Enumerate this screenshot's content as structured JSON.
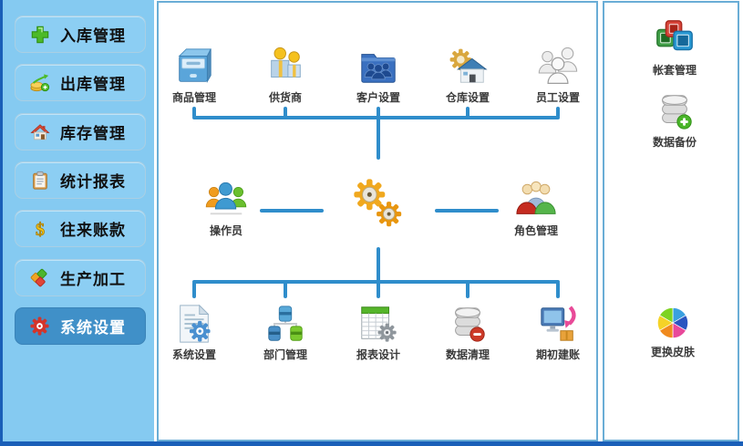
{
  "sidebar": {
    "items": [
      {
        "label": "入库管理",
        "icon": "green-plus-icon",
        "selected": false
      },
      {
        "label": "出库管理",
        "icon": "coins-arrow-icon",
        "selected": false
      },
      {
        "label": "库存管理",
        "icon": "house-icon",
        "selected": false
      },
      {
        "label": "统计报表",
        "icon": "clipboard-icon",
        "selected": false
      },
      {
        "label": "往来账款",
        "icon": "dollar-icon",
        "selected": false
      },
      {
        "label": "生产加工",
        "icon": "color-blocks-icon",
        "selected": false
      },
      {
        "label": "系统设置",
        "icon": "red-gear-icon",
        "selected": true
      }
    ]
  },
  "diagram": {
    "top_row": [
      {
        "label": "商品管理",
        "icon": "card-file-icon"
      },
      {
        "label": "供货商",
        "icon": "suppliers-icon"
      },
      {
        "label": "客户设置",
        "icon": "customers-folder-icon"
      },
      {
        "label": "仓库设置",
        "icon": "warehouse-gear-icon"
      },
      {
        "label": "员工设置",
        "icon": "employees-icon"
      }
    ],
    "middle_row": [
      {
        "label": "操作员",
        "icon": "operators-people-icon"
      },
      {
        "label": "",
        "icon": "golden-gears-icon"
      },
      {
        "label": "角色管理",
        "icon": "roles-people-icon"
      }
    ],
    "bottom_row": [
      {
        "label": "系统设置",
        "icon": "document-gear-icon"
      },
      {
        "label": "部门管理",
        "icon": "department-tree-icon"
      },
      {
        "label": "报表设计",
        "icon": "report-grid-gear-icon"
      },
      {
        "label": "数据清理",
        "icon": "database-minus-icon"
      },
      {
        "label": "期初建账",
        "icon": "monitor-box-arrow-icon"
      }
    ]
  },
  "right_panel": {
    "items": [
      {
        "label": "帐套管理",
        "icon": "account-sets-squares-icon"
      },
      {
        "label": "数据备份",
        "icon": "database-plus-icon"
      },
      {
        "label": "更换皮肤",
        "icon": "color-wheel-icon"
      }
    ]
  },
  "colors": {
    "sidebar_bg": "#85CAF1",
    "window_edge_blue": "#1A5FB8",
    "selected_item_bg": "#4090C8",
    "connector_blue": "#2F8DCB",
    "panel_border": "#6AADD6",
    "panel_bg": "#FFFFFF"
  }
}
